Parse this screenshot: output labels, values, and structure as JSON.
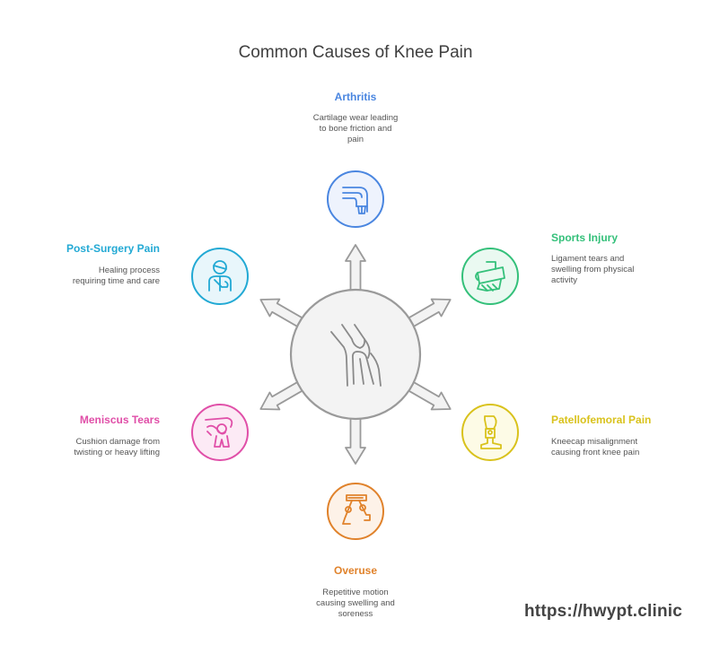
{
  "title": "Common Causes of Knee Pain",
  "center": {
    "icon": "knee-joint-icon"
  },
  "causes": [
    {
      "id": "arthritis",
      "label": "Arthritis",
      "description": "Cartilage wear leading to bone friction and pain",
      "desc_lines": [
        "Cartilage wear leading",
        "to bone friction and",
        "pain"
      ],
      "color": "#4a86e0",
      "fill": "#eef3fd",
      "icon": "knee-brace-icon"
    },
    {
      "id": "sports-injury",
      "label": "Sports Injury",
      "description": "Ligament tears and swelling from physical activity",
      "desc_lines": [
        "Ligament tears and",
        "swelling from physical",
        "activity"
      ],
      "color": "#34c07a",
      "fill": "#eaf9f1",
      "icon": "bandaged-leg-icon"
    },
    {
      "id": "patellofemoral-pain",
      "label": "Patellofemoral Pain",
      "description": "Kneecap misalignment causing front knee pain",
      "desc_lines": [
        "Kneecap misalignment",
        "causing front knee pain"
      ],
      "color": "#d9c21c",
      "fill": "#fdfbe6",
      "icon": "leg-knee-icon"
    },
    {
      "id": "overuse",
      "label": "Overuse",
      "description": "Repetitive motion causing swelling and soreness",
      "desc_lines": [
        "Repetitive motion",
        "causing swelling and",
        "soreness"
      ],
      "color": "#e0822b",
      "fill": "#fdf2e8",
      "icon": "running-legs-icon"
    },
    {
      "id": "meniscus-tears",
      "label": "Meniscus Tears",
      "description": "Cushion damage from twisting or heavy lifting",
      "desc_lines": [
        "Cushion damage from",
        "twisting or heavy lifting"
      ],
      "color": "#e04fa8",
      "fill": "#fceaf5",
      "icon": "knee-twist-icon"
    },
    {
      "id": "post-surgery-pain",
      "label": "Post-Surgery Pain",
      "description": "Healing process requiring time and care",
      "desc_lines": [
        "Healing process",
        "requiring time and care"
      ],
      "color": "#22a9d4",
      "fill": "#e8f6fb",
      "icon": "patient-sling-icon"
    }
  ],
  "footer": {
    "url": "https://hwypt.clinic"
  }
}
